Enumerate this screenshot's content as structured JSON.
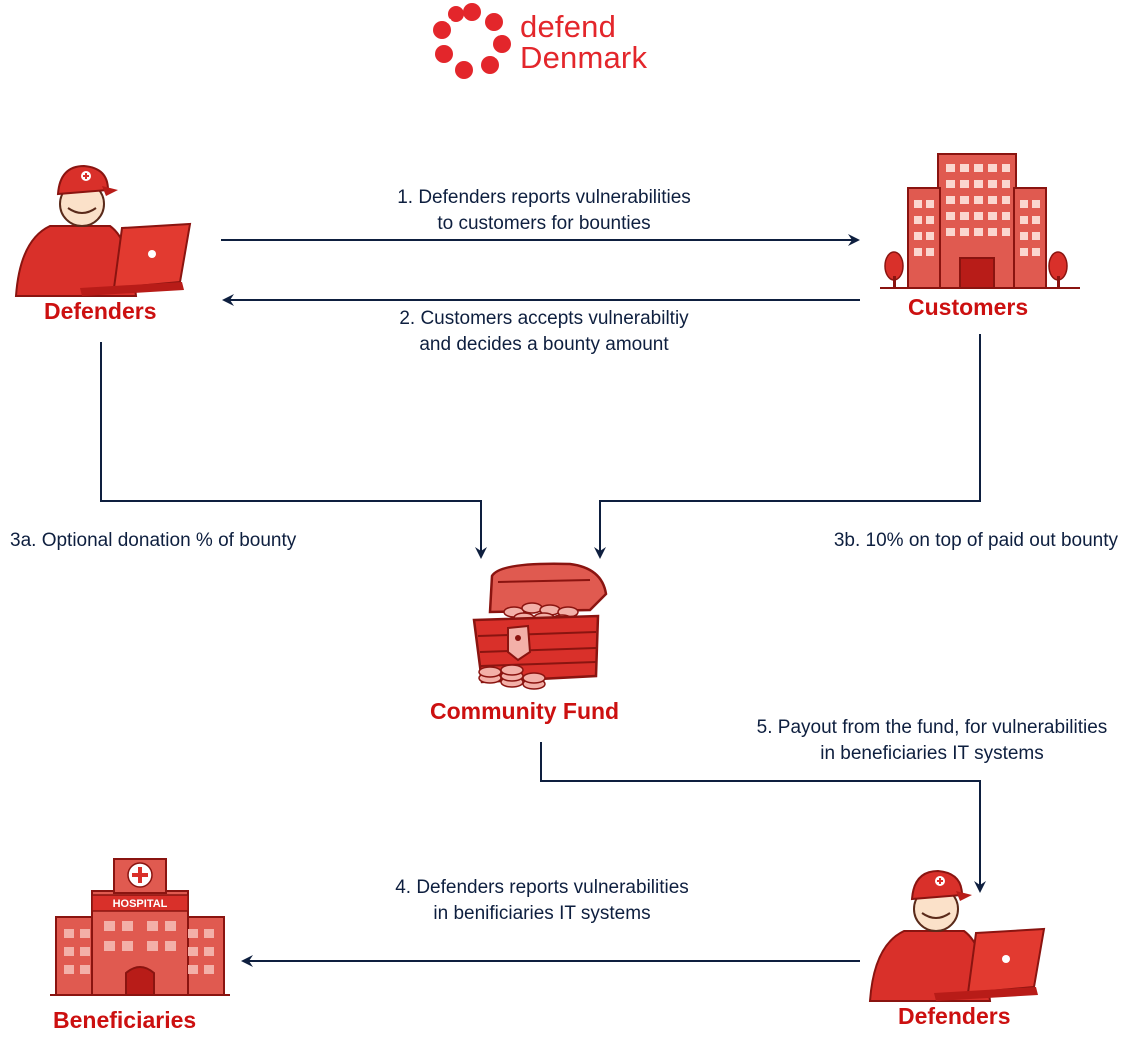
{
  "logo": {
    "line1": "defend",
    "line2": "Denmark",
    "accent": "#e3262b"
  },
  "colors": {
    "node_text": "#cc1010",
    "edge": "#0e1f3f",
    "illustration": "#d9302a"
  },
  "nodes": {
    "defenders_top": {
      "label": "Defenders",
      "icon": "defender-with-laptop-icon"
    },
    "customers": {
      "label": "Customers",
      "icon": "office-building-icon"
    },
    "community_fund": {
      "label": "Community Fund",
      "icon": "treasure-chest-icon"
    },
    "beneficiaries": {
      "label": "Beneficiaries",
      "icon": "hospital-icon",
      "sign": "HOSPITAL"
    },
    "defenders_bottom": {
      "label": "Defenders",
      "icon": "defender-with-laptop-icon"
    }
  },
  "edges": {
    "e1": {
      "line1": "1. Defenders reports vulnerabilities",
      "line2": "to customers for bounties"
    },
    "e2": {
      "line1": "2. Customers accepts vulnerabiltiy",
      "line2": "and decides a bounty amount"
    },
    "e3a": {
      "text": "3a. Optional donation % of bounty"
    },
    "e3b": {
      "text": "3b. 10% on top of paid out bounty"
    },
    "e4": {
      "line1": "4. Defenders reports vulnerabilities",
      "line2": "in benificiaries IT systems"
    },
    "e5": {
      "line1": "5. Payout from the fund, for vulnerabilities",
      "line2": "in beneficiaries IT systems"
    }
  }
}
